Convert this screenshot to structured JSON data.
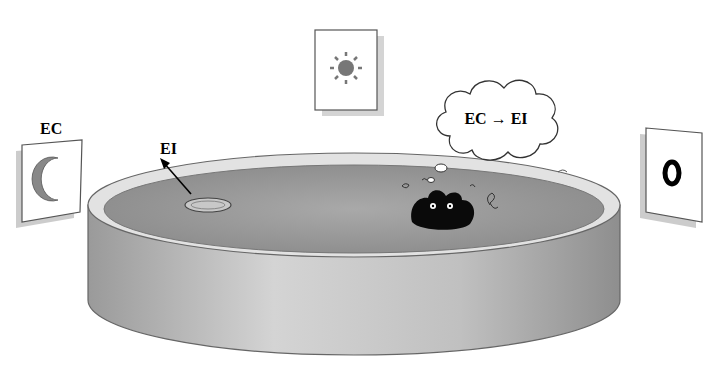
{
  "diagram": {
    "nodes": [
      {
        "text": [
          "EC → EI"
        ]
      }
    ],
    "labels": [
      "EC",
      "EI"
    ]
  }
}
